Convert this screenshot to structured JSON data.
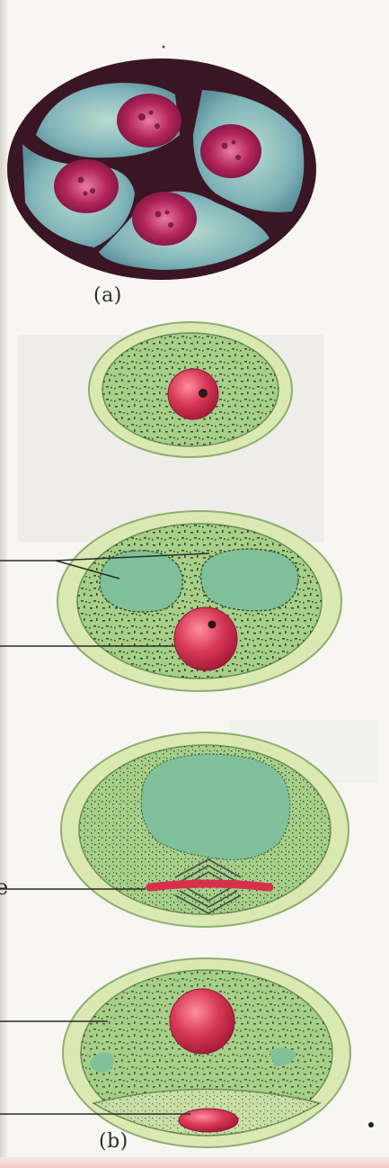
{
  "figure": {
    "label_a": "(a)",
    "label_b": "(b)"
  },
  "colors": {
    "wall_dark": "#3a1624",
    "cell_blue": "#7fb3b8",
    "nucleus_magenta": "#b2255a",
    "outer_ring": "#d9e9b1",
    "cytoplasm_green": "#a6cf88",
    "vacuole_green": "#7fc09a",
    "nucleus_red": "#d83a56",
    "guide_line": "#2b2b2b"
  },
  "icons": [
    "tetrad-micrograph",
    "pollen-stage-1",
    "pollen-stage-2",
    "pollen-stage-3",
    "pollen-stage-4"
  ]
}
